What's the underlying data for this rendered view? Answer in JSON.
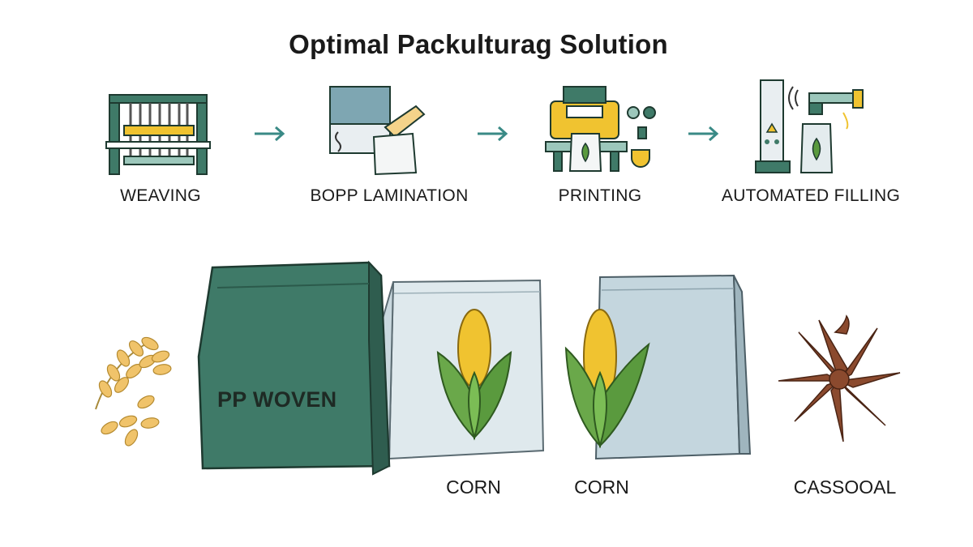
{
  "title": "Optimal Packulturag Solution",
  "process_steps": [
    {
      "label": "WEAVING",
      "icon": "loom-icon"
    },
    {
      "label": "BOPP LAMINATION",
      "icon": "lamination-icon"
    },
    {
      "label": "PRINTING",
      "icon": "printing-press-icon"
    },
    {
      "label": "AUTOMATED FILLING",
      "icon": "filling-machine-icon"
    }
  ],
  "products": {
    "pp_bag_text": "PP WOVEN",
    "labels": [
      "CORN",
      "CORN",
      "CASSOOAL"
    ]
  },
  "colors": {
    "teal": "#3f7a68",
    "arrow": "#3a8a86",
    "yellow": "#f0c330",
    "corn_leaf": "#5a9a3e",
    "clear_bag": "#dfe9ed",
    "cassava": "#8b4a2e"
  }
}
